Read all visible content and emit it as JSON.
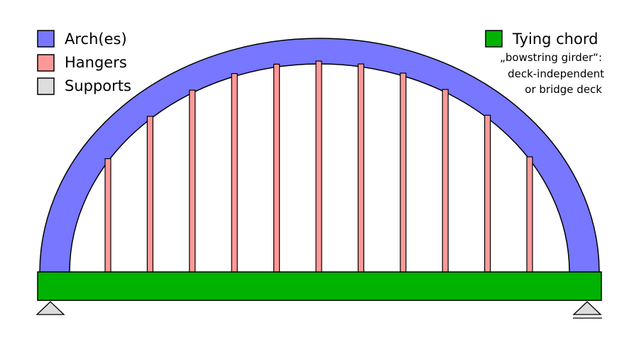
{
  "legend": {
    "arches": {
      "label": "Arch(es)",
      "color": "#7777ff"
    },
    "hangers": {
      "label": "Hangers",
      "color": "#ff9999"
    },
    "supports": {
      "label": "Supports",
      "color": "#dddddd"
    },
    "tying_chord": {
      "label": "Tying chord",
      "color": "#00b300",
      "note_line1": "„bowstring girder“:",
      "note_line2": "deck-independent",
      "note_line3": "or bridge deck"
    }
  },
  "colors": {
    "outline": "#000000",
    "background": "#ffffff"
  },
  "hangers_count": 11
}
